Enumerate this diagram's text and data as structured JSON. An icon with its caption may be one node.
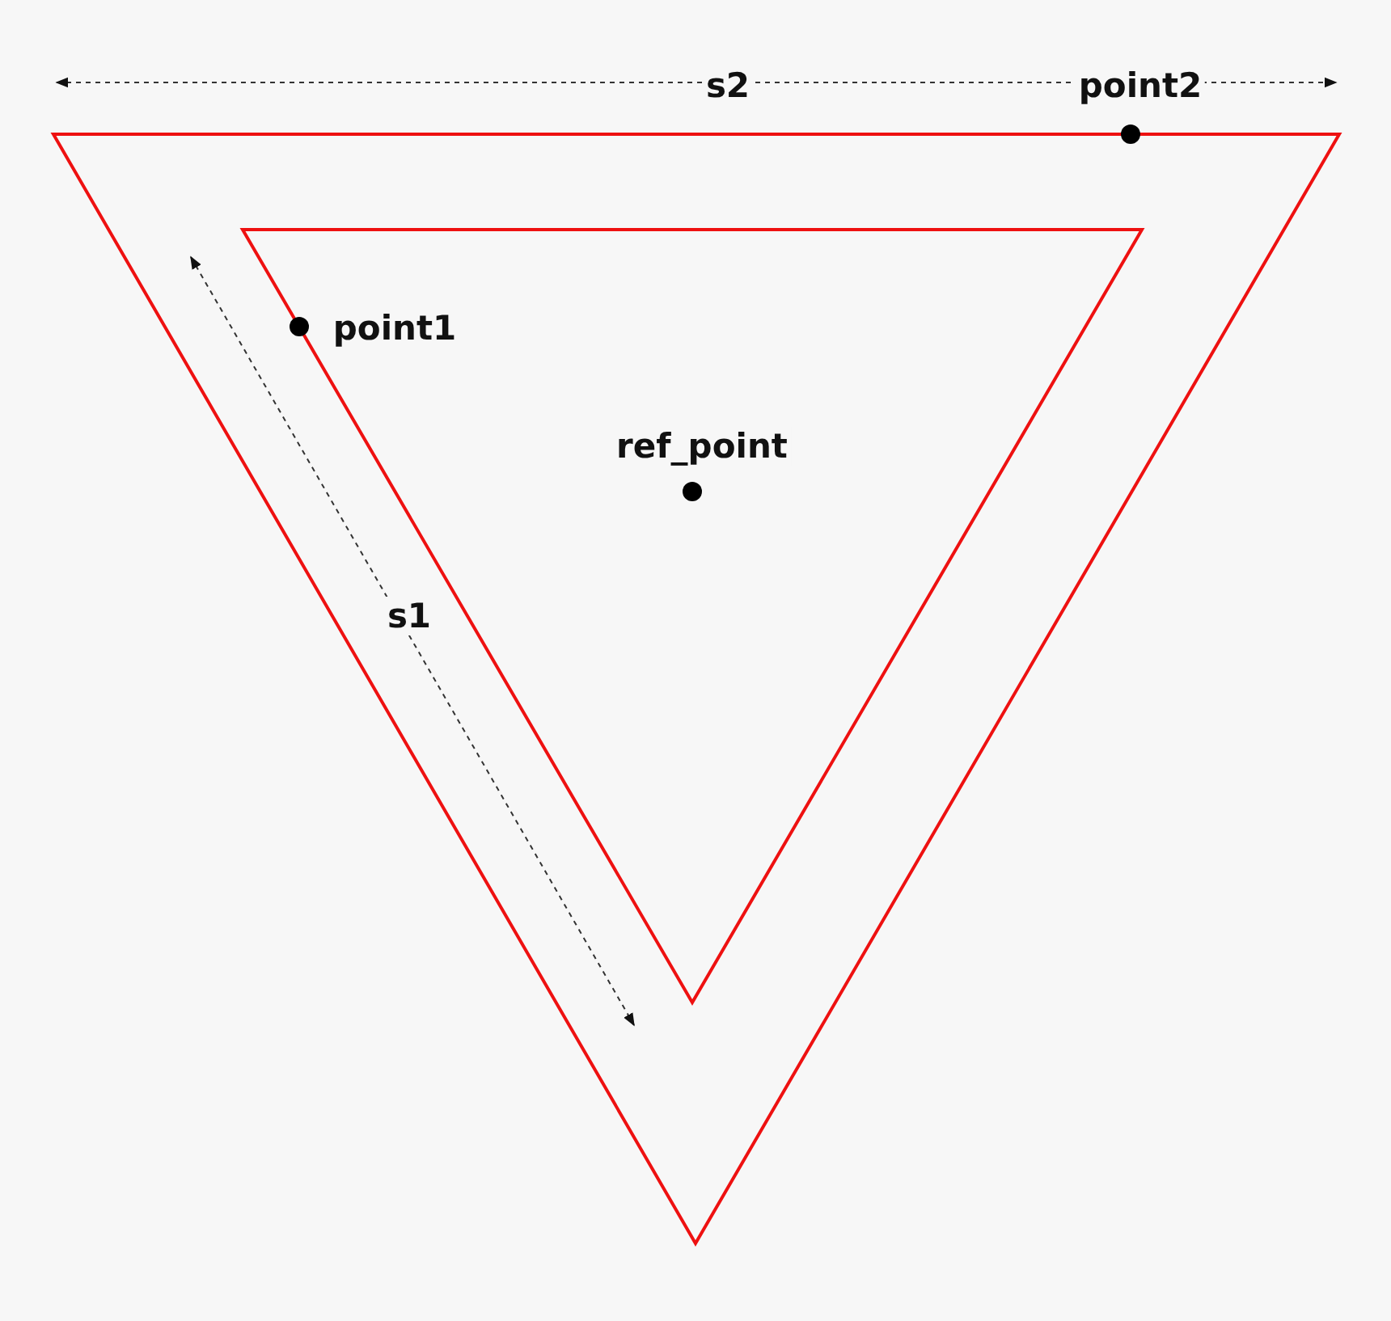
{
  "diagram": {
    "labels": [
      "s2",
      "point2",
      "point1",
      "ref_point",
      "s1"
    ]
  }
}
